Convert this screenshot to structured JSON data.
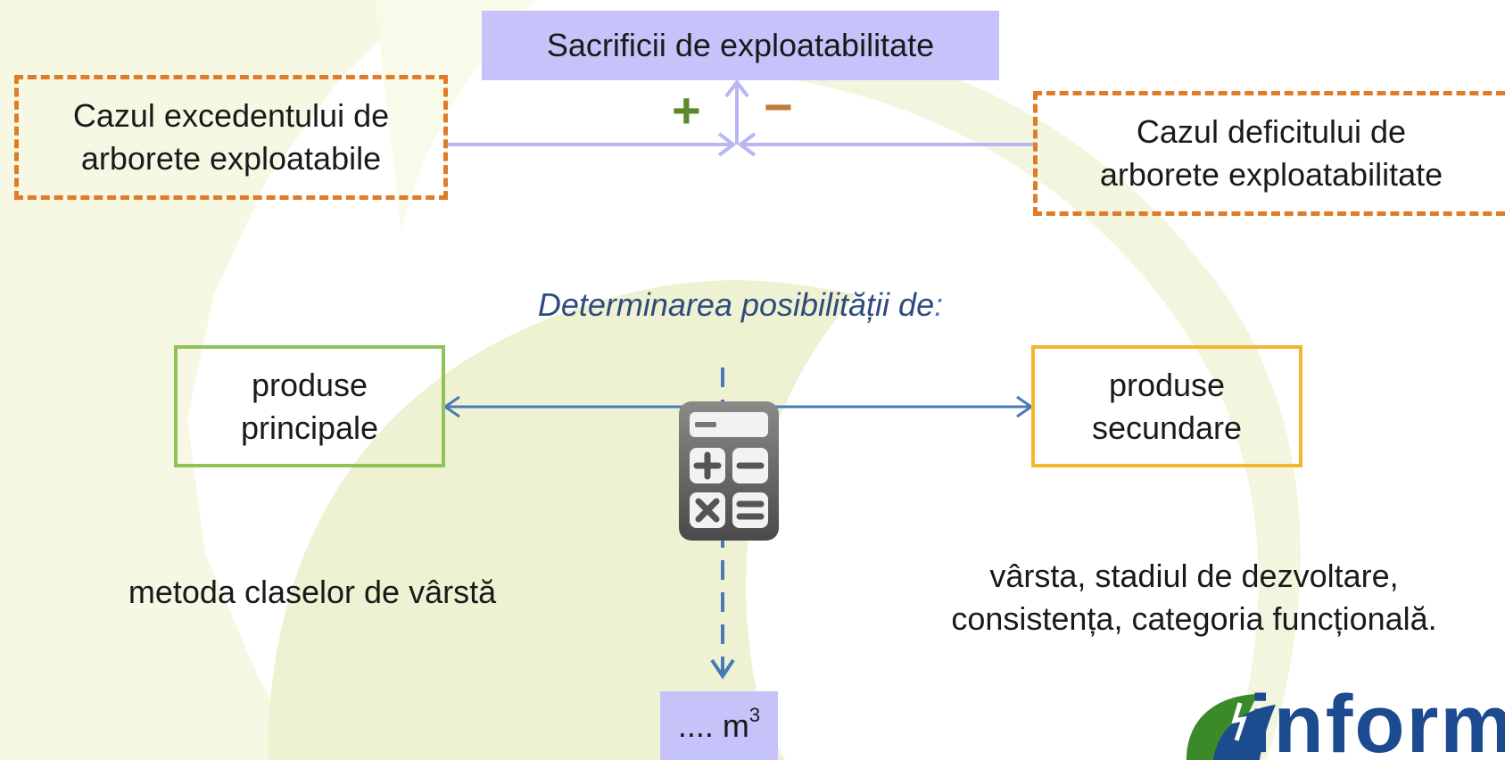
{
  "top": {
    "title": "Sacrificii de exploatabilitate"
  },
  "left_case": {
    "line1": "Cazul excedentului de",
    "line2": "arborete exploatabile"
  },
  "right_case": {
    "line1": "Cazul deficitului de",
    "line2": "arborete exploatabilitate"
  },
  "signs": {
    "plus": "+",
    "minus": "−"
  },
  "subtitle": {
    "text": "Determinarea posibilității de",
    "colon": ":"
  },
  "main_products": {
    "line1": "produse",
    "line2": "principale"
  },
  "secondary_products": {
    "line1": "produse",
    "line2": "secundare"
  },
  "method": "metoda claselor de vârstă",
  "criteria": {
    "line1": "vârsta, stadiul de dezvoltare,",
    "line2": "consistența, categoria funcțională."
  },
  "result": {
    "value": "....",
    "unit": "m",
    "exponent": "3"
  },
  "logo": {
    "text": "inform",
    "icon": "leaf-logo-icon"
  },
  "calculator": {
    "icon": "calculator-icon"
  },
  "colors": {
    "lavender": "#c6c3fb",
    "orange_dashed": "#e07b27",
    "green_border": "#90c357",
    "yellow_border": "#f2b72c",
    "blue_arrow": "#4a78b8",
    "light_arrow": "#b8b6f3",
    "plus": "#5b8a2a",
    "minus": "#c07a3a"
  }
}
